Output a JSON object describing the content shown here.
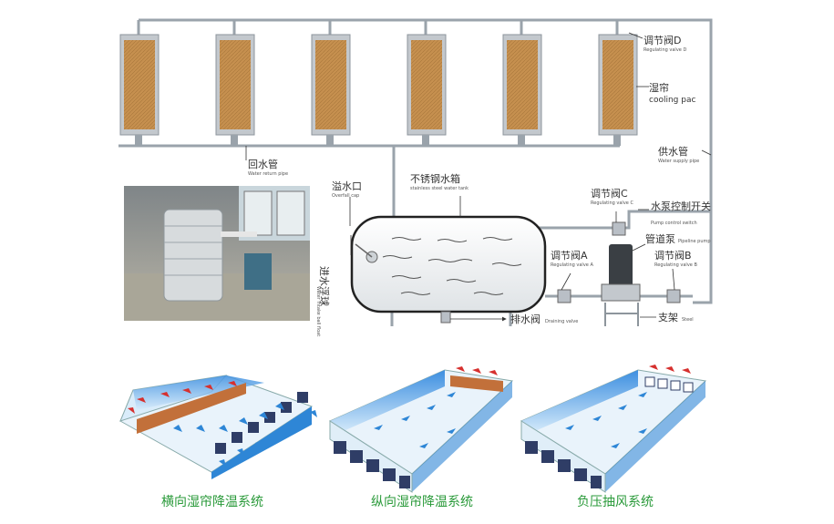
{
  "top_labels": {
    "valve_d_cn": "调节阀D",
    "valve_d_en": "Regulating valve D",
    "pad_cn": "湿帘",
    "pad_en": "cooling pac",
    "supply_cn": "供水管",
    "supply_en": "Water supply pipe",
    "return_cn": "回水管",
    "return_en": "Water return pipe",
    "overflow_cn": "溢水口",
    "overflow_en": "Overfall cap",
    "tank_cn": "不锈钢水箱",
    "tank_en": "stainless steel water tank",
    "float_cn": "进水浮球",
    "float_en": "Water intake ball float",
    "valve_c_cn": "调节阀C",
    "valve_c_en": "Regulating valve C",
    "pump_switch_cn": "水泵控制开关",
    "pump_switch_en": "Pump control switch",
    "pipeline_pump_cn": "管道泵",
    "pipeline_pump_en": "Pipeline pump",
    "valve_a_cn": "调节阀A",
    "valve_a_en": "Regulating valve A",
    "valve_b_cn": "调节阀B",
    "valve_b_en": "Regulating valve B",
    "drain_cn": "排水阀",
    "drain_en": "Draining valve",
    "stand_cn": "支架",
    "stand_en": "Steel"
  },
  "captions": {
    "horizontal": "横向湿帘降温系统",
    "longitudinal": "纵向湿帘降温系统",
    "negative": "负压抽风系统"
  },
  "colors": {
    "pad_fill": "#c08a4a",
    "frame": "#b9bfc6",
    "pipe": "#9aa3ab",
    "blue_arrow": "#2e86d6",
    "red_arrow": "#d6302e",
    "caption": "#2a9a3a"
  }
}
